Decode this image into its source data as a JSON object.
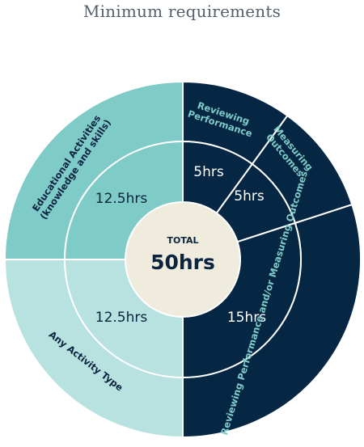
{
  "title": "Minimum requirements",
  "colors": {
    "teal": "#7ecbc7",
    "light_teal": "#b8e2df",
    "navy": "#062744",
    "center": "#efebdd",
    "white": "#ffffff"
  },
  "chart_data": {
    "type": "sunburst",
    "title": "Minimum requirements",
    "center": {
      "label": "TOTAL",
      "value": "50hrs"
    },
    "inner_ring": [
      {
        "value": 12.5,
        "label": "12.5hrs",
        "color": "teal"
      },
      {
        "value": 12.5,
        "label": "12.5hrs",
        "color": "light_teal"
      },
      {
        "value": 15,
        "label": "15hrs",
        "color": "navy"
      },
      {
        "value": 5,
        "label": "5hrs",
        "color": "navy"
      },
      {
        "value": 5,
        "label": "5hrs",
        "color": "navy"
      }
    ],
    "outer_ring": [
      {
        "value": 12.5,
        "label": "Educational Activities\n(knowledge and skills)",
        "color": "teal"
      },
      {
        "value": 12.5,
        "label": "Any Activity Type",
        "color": "light_teal"
      },
      {
        "value": 15,
        "label": "Reviewing Performance and/or Measuring Outcomes",
        "color": "navy"
      },
      {
        "value": 5,
        "label": "Measuring\nOutcomes",
        "color": "navy"
      },
      {
        "value": 5,
        "label": "Reviewing\nPerformance",
        "color": "navy"
      }
    ]
  }
}
